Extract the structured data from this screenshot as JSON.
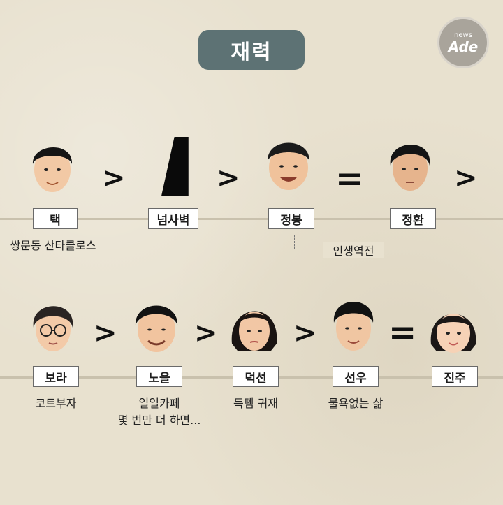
{
  "title": "재력",
  "badge": {
    "small": "news",
    "big": "Ade"
  },
  "row1": {
    "nodes": [
      {
        "label": "택",
        "caption": "쌍문동 산타클로스"
      },
      {
        "label": "넘사벽",
        "caption": ""
      },
      {
        "label": "정봉",
        "caption": ""
      },
      {
        "label": "정환",
        "caption": ""
      }
    ],
    "relations": [
      ">",
      ">",
      "=",
      ">"
    ],
    "group_caption": "인생역전"
  },
  "row2": {
    "nodes": [
      {
        "label": "보라",
        "caption": "코트부자"
      },
      {
        "label": "노을",
        "caption": "일일카페",
        "caption2": "몇 번만 더 하면..."
      },
      {
        "label": "덕선",
        "caption": "득템 귀재"
      },
      {
        "label": "선우",
        "caption": "물욕없는 삶"
      },
      {
        "label": "진주",
        "caption": ""
      }
    ],
    "relations": [
      ">",
      ">",
      ">",
      "="
    ]
  },
  "colors": {
    "background": "#e8e1cf",
    "title_pill": "#5d7274",
    "line": "#c9c1ad"
  }
}
